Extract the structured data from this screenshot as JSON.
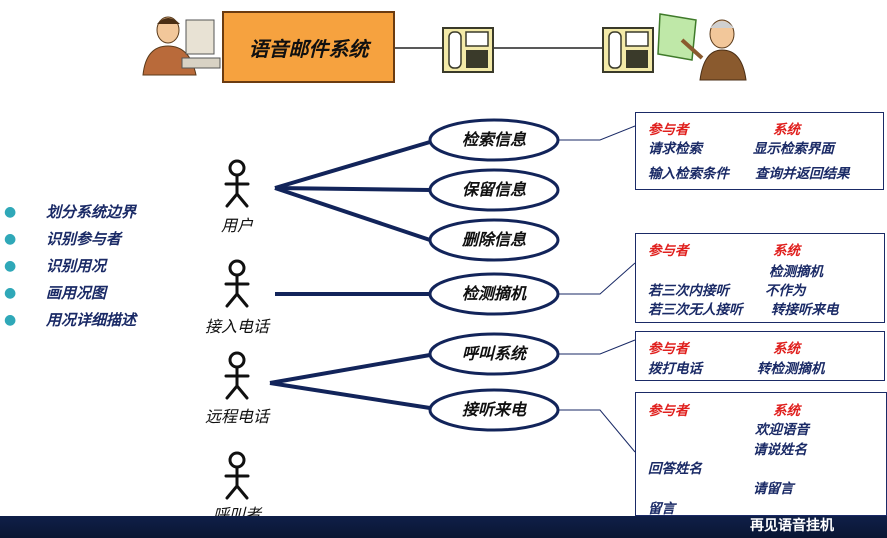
{
  "system": {
    "title": "语音邮件系统"
  },
  "actors": {
    "user": "用户",
    "incoming_call": "接入电话",
    "remote_call": "远程电话",
    "caller": "呼叫者"
  },
  "use_cases": {
    "retrieve": "检索信息",
    "save": "保留信息",
    "delete": "删除信息",
    "detect_pickup": "检测摘机",
    "call_system": "呼叫系统",
    "answer_call": "接听来电"
  },
  "bullets": [
    "划分系统边界",
    "识别参与者",
    "识别用况",
    "画用况图",
    "用况详细描述"
  ],
  "boxes": {
    "retrieve": {
      "participant_header": "参与者",
      "system_header": "系统",
      "rows": [
        {
          "actor": "请求检索",
          "system": "显示检索界面"
        },
        {
          "actor": "输入检索条件",
          "system": "查询并返回结果"
        }
      ]
    },
    "detect": {
      "participant_header": "参与者",
      "system_header": "系统",
      "system_line1": "检测摘机",
      "actor_line2": "若三次内接听",
      "system_line2": "不作为",
      "actor_line3": "若三次无人接听",
      "system_line3": "转接听来电"
    },
    "call": {
      "participant_header": "参与者",
      "system_header": "系统",
      "actor": "拨打电话",
      "system": "转检测摘机"
    },
    "answer": {
      "participant_header": "参与者",
      "system_header": "系统",
      "system_line1": "欢迎语音",
      "system_line2": "请说姓名",
      "actor_line3": "回答姓名",
      "system_line4": "请留言",
      "actor_line5": "留言",
      "system_line6": "再见语音挂机"
    }
  },
  "colors": {
    "system_box": "#f6a23f",
    "ellipse_border": "#12245a",
    "footer": "#0f1f48",
    "red": "#e0201e"
  }
}
